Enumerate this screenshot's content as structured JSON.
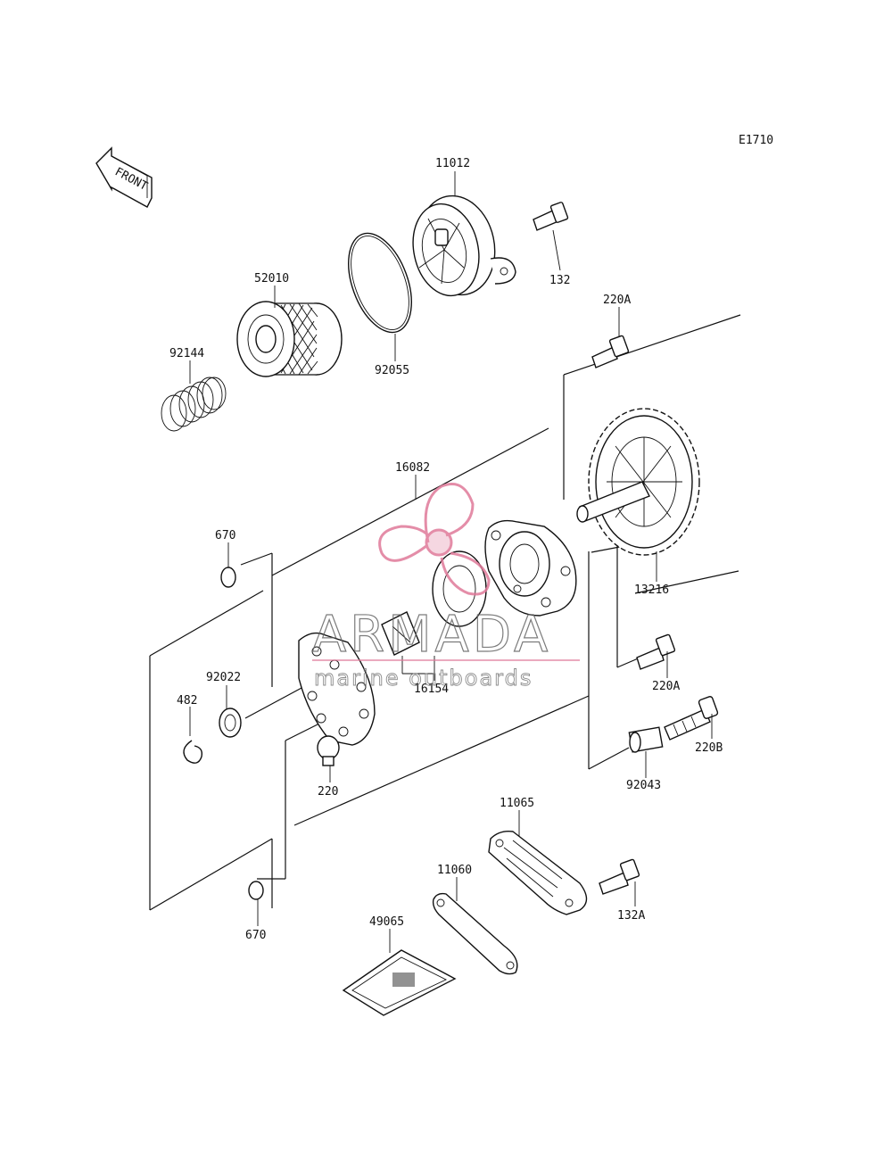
{
  "diagram": {
    "code": "E1710",
    "front_label": "FRONT",
    "parts": {
      "p11012": "11012",
      "p132": "132",
      "p52010": "52010",
      "p92055": "92055",
      "p92144": "92144",
      "p220A_top": "220A",
      "p16082": "16082",
      "p670_top": "670",
      "p13216": "13216",
      "p92022": "92022",
      "p16154": "16154",
      "p220A_mid": "220A",
      "p482": "482",
      "p220B": "220B",
      "p220": "220",
      "p92043": "92043",
      "p11065": "11065",
      "p11060": "11060",
      "p132A": "132A",
      "p49065": "49065",
      "p670_bottom": "670"
    }
  },
  "watermark": {
    "brand": "ARMADA",
    "tagline": "marine outboards",
    "color": "#e07a9a"
  }
}
